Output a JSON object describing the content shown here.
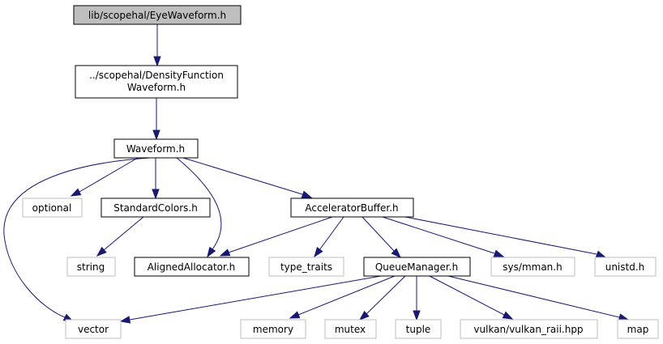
{
  "colors": {
    "edge": "#191970",
    "root_fill": "#bfbfbf",
    "documented_border": "#000000",
    "external_border": "#bfbfbf",
    "external_text": "#404040"
  },
  "nodes": {
    "eyewaveform": {
      "label": "lib/scopehal/EyeWaveform.h",
      "kind": "root"
    },
    "densityfunction": {
      "label_lines": [
        "../scopehal/DensityFunction",
        "Waveform.h"
      ],
      "kind": "documented"
    },
    "waveform": {
      "label": "Waveform.h",
      "kind": "documented"
    },
    "optional": {
      "label": "optional",
      "kind": "external"
    },
    "standardcolors": {
      "label": "StandardColors.h",
      "kind": "documented"
    },
    "acceleratorbuffer": {
      "label": "AcceleratorBuffer.h",
      "kind": "documented"
    },
    "string": {
      "label": "string",
      "kind": "external"
    },
    "alignedallocator": {
      "label": "AlignedAllocator.h",
      "kind": "documented"
    },
    "type_traits": {
      "label": "type_traits",
      "kind": "external"
    },
    "queuemanager": {
      "label": "QueueManager.h",
      "kind": "documented"
    },
    "sys_mman": {
      "label": "sys/mman.h",
      "kind": "external"
    },
    "unistd": {
      "label": "unistd.h",
      "kind": "external"
    },
    "vector": {
      "label": "vector",
      "kind": "external"
    },
    "memory": {
      "label": "memory",
      "kind": "external"
    },
    "mutex": {
      "label": "mutex",
      "kind": "external"
    },
    "tuple": {
      "label": "tuple",
      "kind": "external"
    },
    "vulkan_raii": {
      "label": "vulkan/vulkan_raii.hpp",
      "kind": "external"
    },
    "map": {
      "label": "map",
      "kind": "external"
    }
  },
  "edges": [
    [
      "eyewaveform",
      "densityfunction"
    ],
    [
      "densityfunction",
      "waveform"
    ],
    [
      "waveform",
      "vector"
    ],
    [
      "waveform",
      "optional"
    ],
    [
      "waveform",
      "standardcolors"
    ],
    [
      "waveform",
      "alignedallocator"
    ],
    [
      "waveform",
      "acceleratorbuffer"
    ],
    [
      "standardcolors",
      "string"
    ],
    [
      "acceleratorbuffer",
      "alignedallocator"
    ],
    [
      "acceleratorbuffer",
      "type_traits"
    ],
    [
      "acceleratorbuffer",
      "queuemanager"
    ],
    [
      "acceleratorbuffer",
      "sys_mman"
    ],
    [
      "acceleratorbuffer",
      "unistd"
    ],
    [
      "queuemanager",
      "vector"
    ],
    [
      "queuemanager",
      "memory"
    ],
    [
      "queuemanager",
      "mutex"
    ],
    [
      "queuemanager",
      "tuple"
    ],
    [
      "queuemanager",
      "vulkan_raii"
    ],
    [
      "queuemanager",
      "map"
    ]
  ]
}
